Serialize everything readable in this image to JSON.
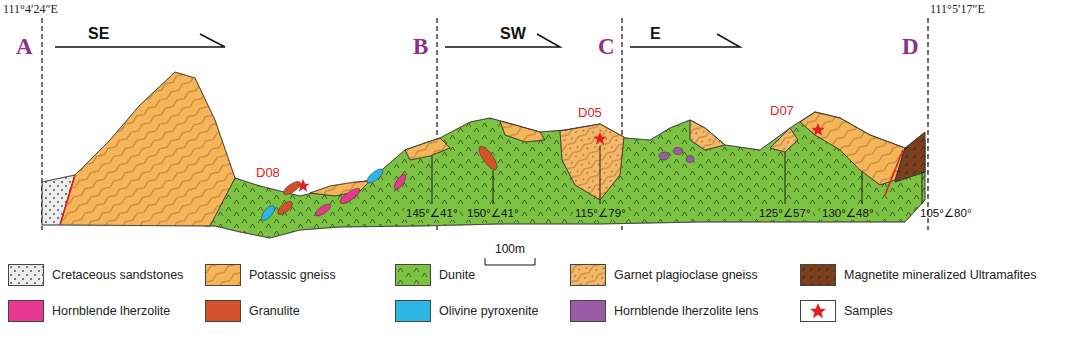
{
  "diagram": {
    "labels": [
      "111°4′24″E",
      "111°5′17″E",
      "A",
      "SE",
      "B",
      "SW",
      "C",
      "E",
      "D",
      "D08",
      "D05",
      "D07",
      "145°∠41°",
      "150°∠41°",
      "115°∠79°",
      "125°∠57°",
      "130°∠48°",
      "105°∠80°",
      "100m"
    ],
    "legend": [
      {
        "text": "Cretaceous sandstones",
        "color": "#ececec"
      },
      {
        "text": "Potassic gneiss",
        "color": "#f7b55a"
      },
      {
        "text": "Dunite",
        "color": "#7dc242"
      },
      {
        "text": "Garnet plagioclase gneiss",
        "color": "#f5b868"
      },
      {
        "text": "Magnetite mineralized Ultramafites",
        "color": "#7a3f1d"
      },
      {
        "text": "Hornblende lherzolite",
        "color": "#e6398f"
      },
      {
        "text": "Granulite",
        "color": "#d4512b"
      },
      {
        "text": "Olivine pyroxenite",
        "color": "#2cb6e6"
      },
      {
        "text": "Hornblende lherzolite lens",
        "color": "#9b5ba6"
      },
      {
        "text": "Samples"
      }
    ]
  }
}
